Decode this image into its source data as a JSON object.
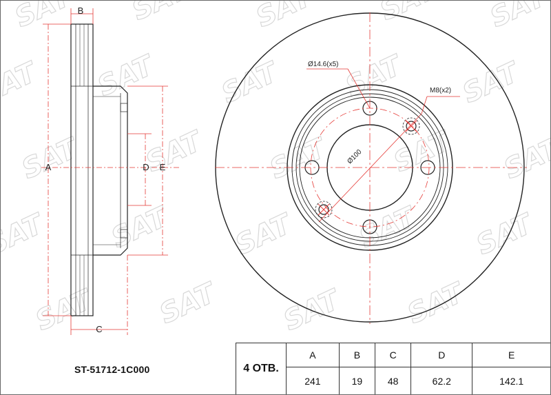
{
  "watermark": "SAT",
  "profile_labels": {
    "a": "A",
    "b": "B",
    "c": "C",
    "d": "D",
    "e": "E"
  },
  "face_labels": {
    "bolt_hole": "Ø14.6(x5)",
    "thread_hole": "M8(x2)",
    "pcd": "Ø100"
  },
  "part_number": "ST-51712-1C000",
  "table": {
    "holes_number": "4",
    "holes_suffix": "ОТВ.",
    "headers": [
      "A",
      "B",
      "C",
      "D",
      "E"
    ],
    "values": [
      "241",
      "19",
      "48",
      "62.2",
      "142.1"
    ]
  },
  "colors": {
    "line": "#222222",
    "dimension": "#e53935",
    "watermark": "#d8d8d8"
  }
}
